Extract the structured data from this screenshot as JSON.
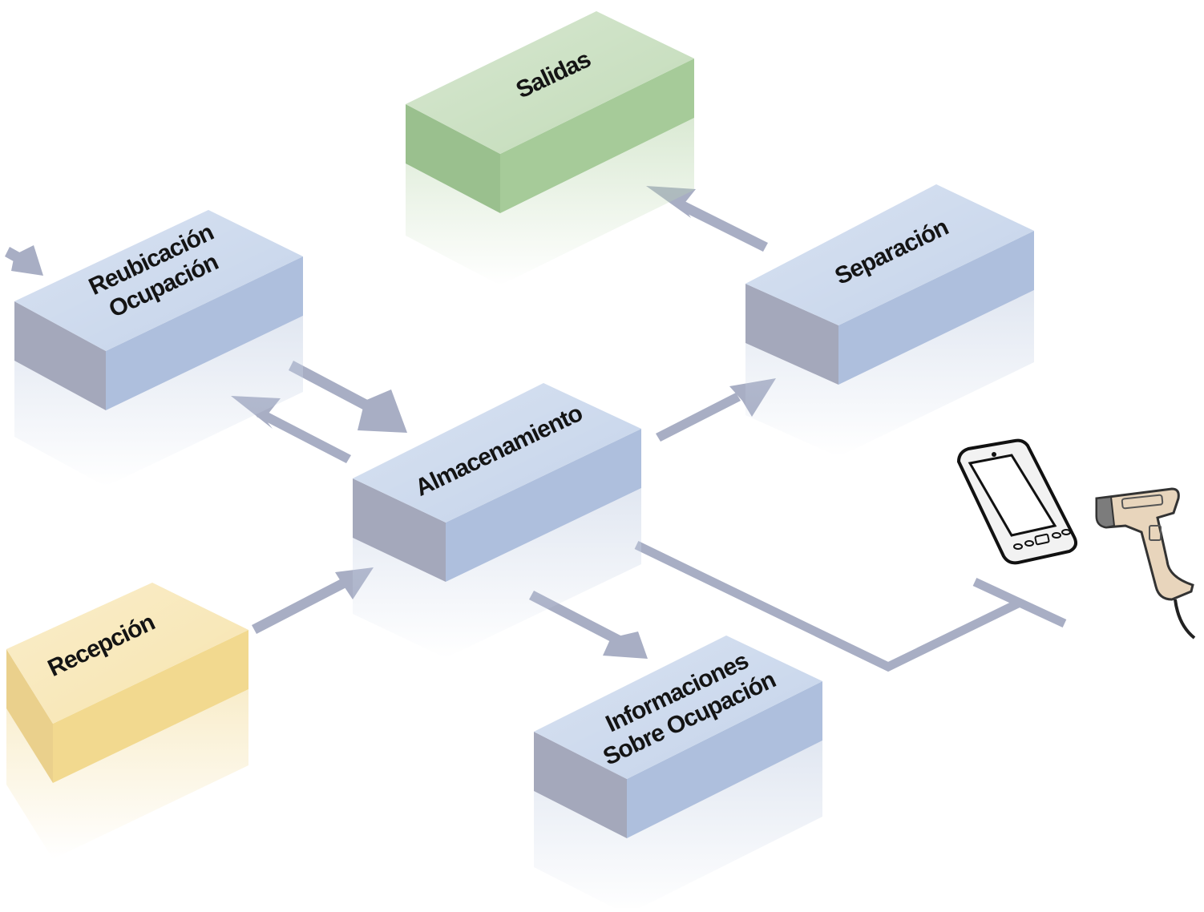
{
  "diagram": {
    "nodes": {
      "salidas": {
        "lines": [
          "Salidas"
        ],
        "color": "green"
      },
      "reubicacion": {
        "lines": [
          "Reubicación",
          "Ocupación"
        ],
        "color": "blue"
      },
      "separacion": {
        "lines": [
          "Separación"
        ],
        "color": "blue"
      },
      "almacenamiento": {
        "lines": [
          "Almacenamiento"
        ],
        "color": "blue"
      },
      "recepcion": {
        "lines": [
          "Recepción"
        ],
        "color": "yellow"
      },
      "informaciones": {
        "lines": [
          "Informaciones",
          "Sobre Ocupación"
        ],
        "color": "blue"
      }
    },
    "edges": [
      {
        "from": "external",
        "to": "reubicacion"
      },
      {
        "from": "reubicacion",
        "to": "almacenamiento"
      },
      {
        "from": "almacenamiento",
        "to": "reubicacion"
      },
      {
        "from": "almacenamiento",
        "to": "separacion"
      },
      {
        "from": "separacion",
        "to": "salidas"
      },
      {
        "from": "recepcion",
        "to": "almacenamiento"
      },
      {
        "from": "almacenamiento",
        "to": "informaciones"
      },
      {
        "from": "almacenamiento",
        "to": "handheld-devices"
      }
    ],
    "devices": [
      {
        "name": "pda",
        "icon": "pda-icon"
      },
      {
        "name": "barcode-scanner",
        "icon": "barcode-scanner-icon"
      }
    ],
    "palette": {
      "blue": {
        "top": "#c4d3ea",
        "left": "#a4a8bb",
        "right": "#aebfdd"
      },
      "green": {
        "top": "#c2dbb8",
        "left": "#9ac08e",
        "right": "#a6cb99"
      },
      "yellow": {
        "top": "#f7e4ae",
        "left": "#ead08c",
        "right": "#f2d98f"
      },
      "arrow": "#a8aec4"
    }
  }
}
